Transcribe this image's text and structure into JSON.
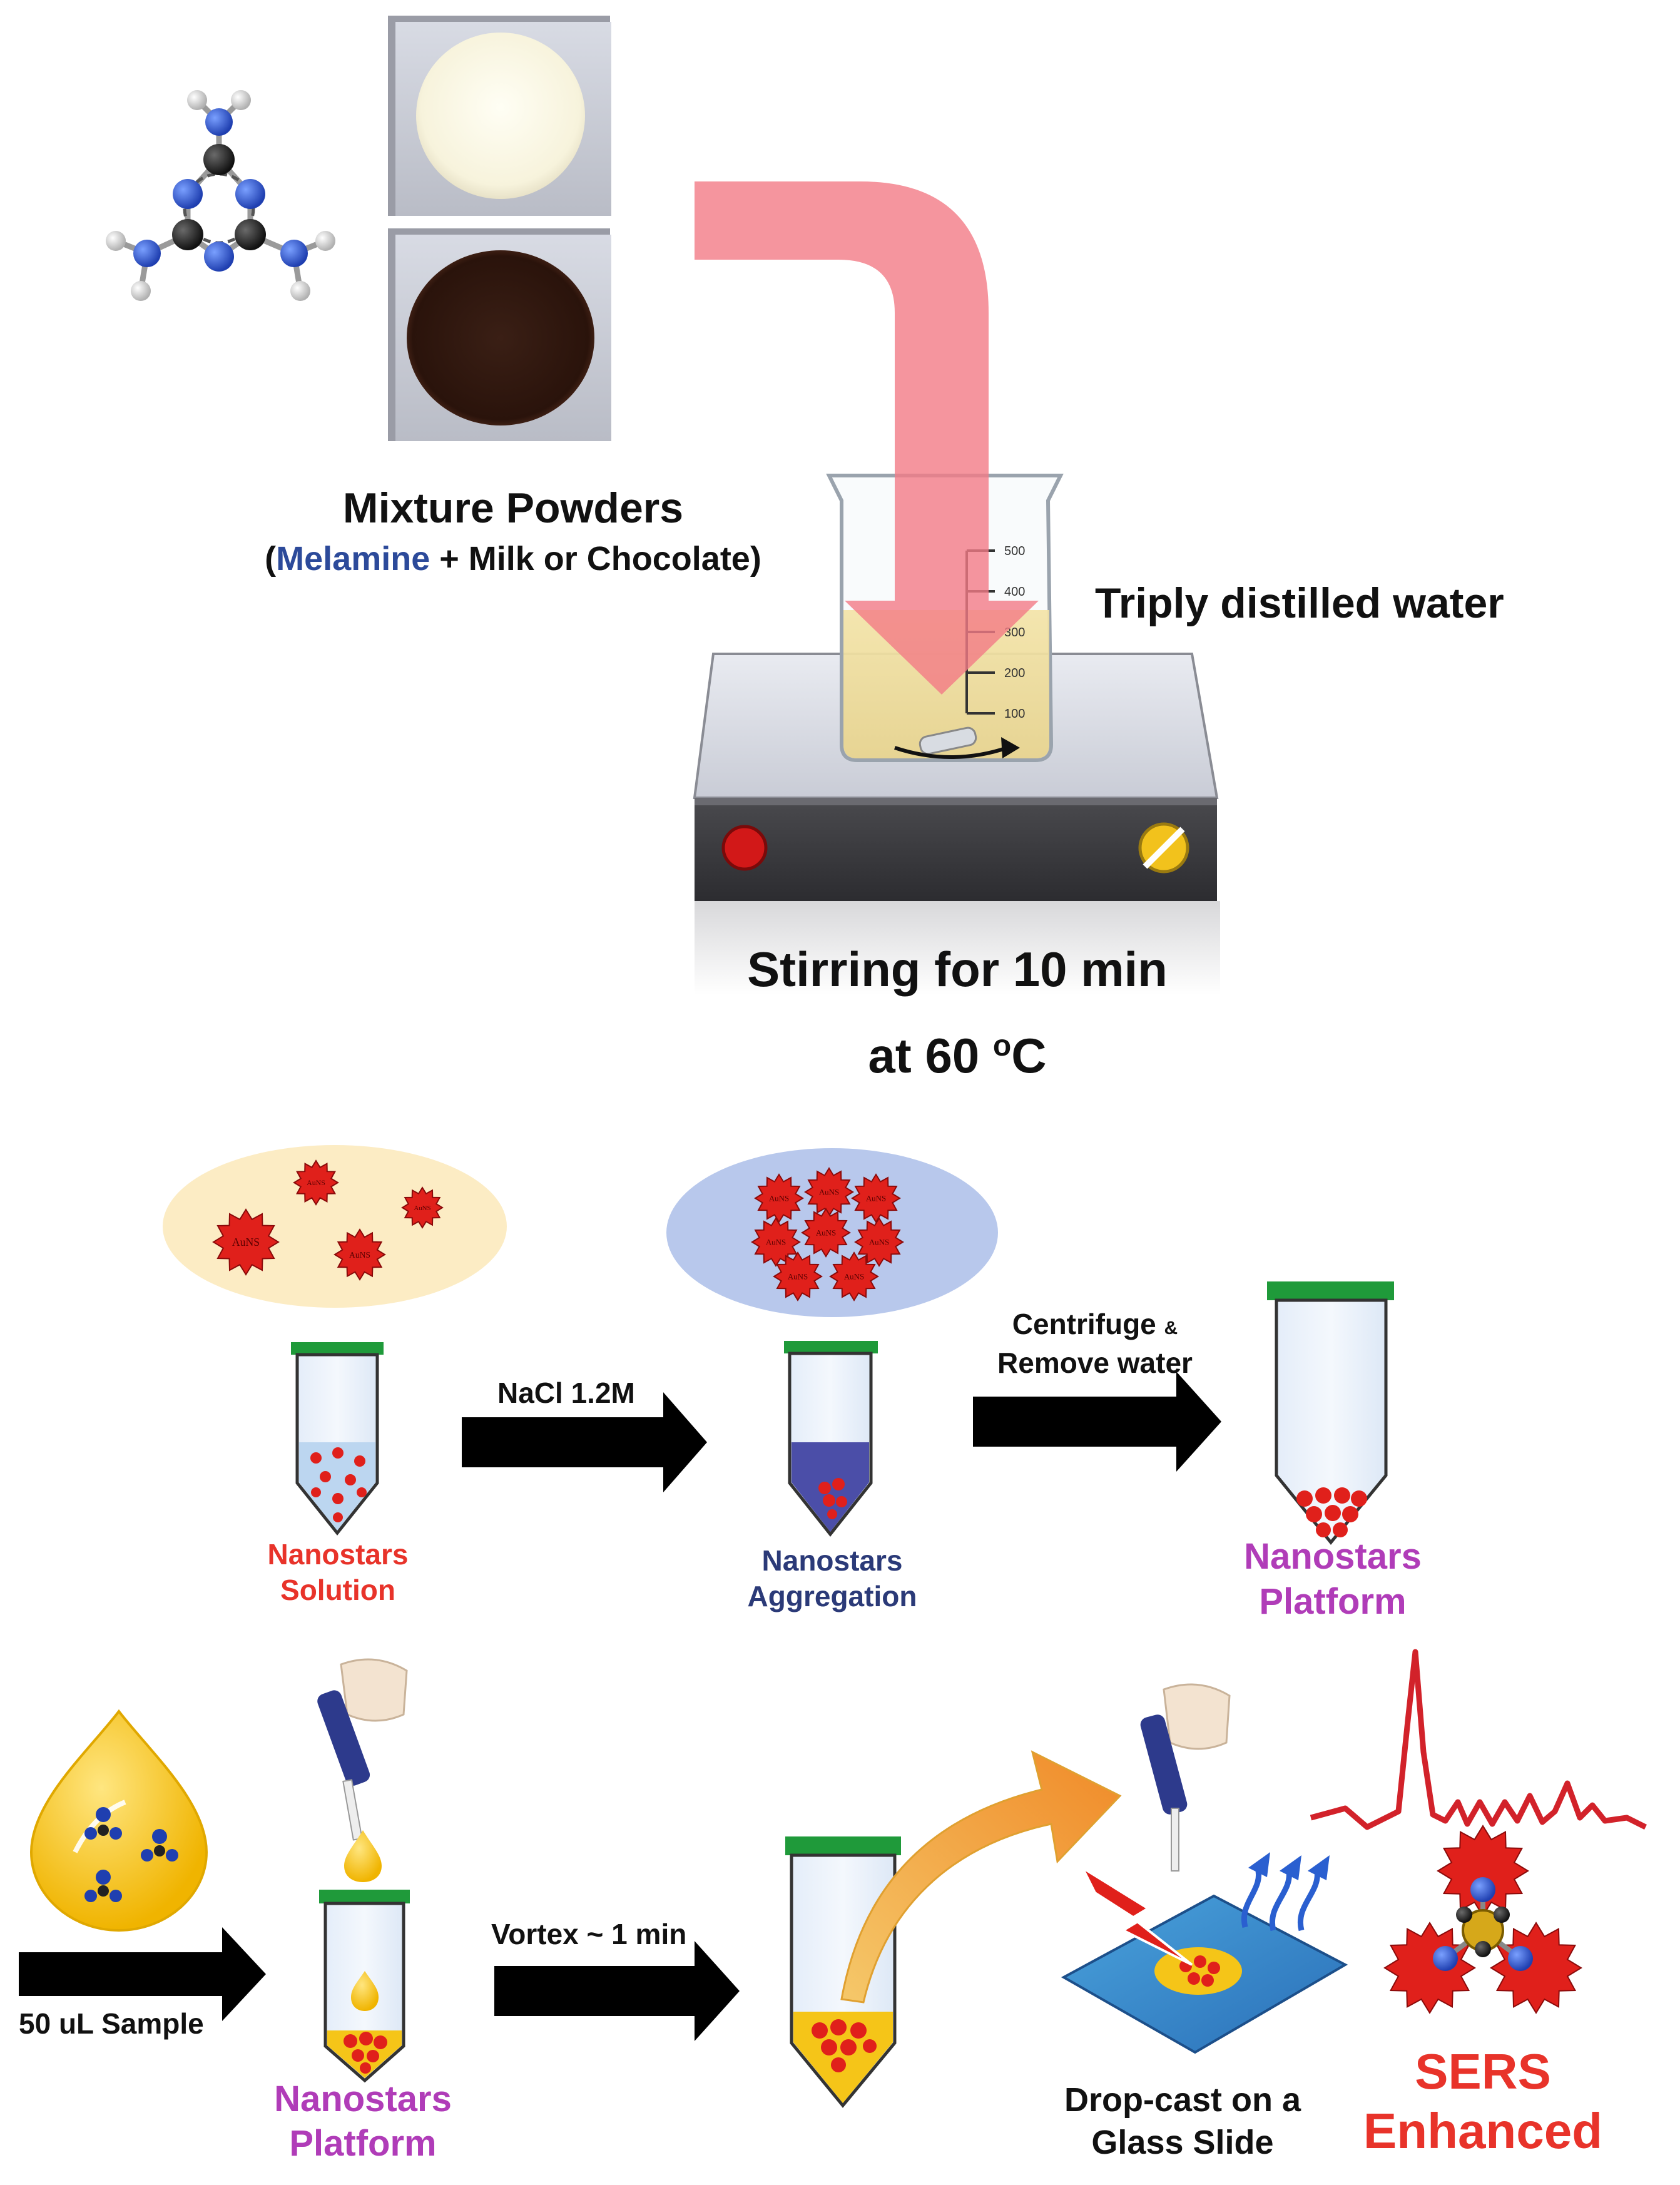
{
  "colors": {
    "arrow_pink": "#f27b86",
    "black": "#000000",
    "nanostar_red": "#e0201b",
    "label_red": "#e8332a",
    "label_navy": "#2b3a78",
    "label_magenta": "#b03cb8",
    "melamine_blue": "#2c4a9a",
    "tube_cap": "#1f9a3a",
    "liquid_light_blue": "#bcd6f0",
    "liquid_dark_blue": "#4b4ea8",
    "sample_yellow": "#f5c518",
    "spectrum_red": "#d2222a",
    "ellipse_cream": "#fcecc4",
    "ellipse_blue": "#b8c8ec"
  },
  "section1": {
    "powders_title": "Mixture Powders",
    "powders_paren_open": "(",
    "powders_melamine": "Melamine",
    "powders_rest": " + Milk or Chocolate)",
    "water_label": "Triply distilled water",
    "stir_line1": "Stirring for 10 min",
    "stir_line2_pre": "at 60 ",
    "stir_line2_sup": "o",
    "stir_line2_post": "C",
    "beaker_ticks": [
      "500",
      "400",
      "300",
      "200",
      "100"
    ]
  },
  "section2": {
    "tube1_line1": "Nanostars",
    "tube1_line2": "Solution",
    "arrow1_label": "NaCl 1.2M",
    "tube2_line1": "Nanostars",
    "tube2_line2": "Aggregation",
    "arrow2_line1": "Centrifuge",
    "arrow2_amp": "&",
    "arrow2_line2": "Remove water",
    "tube3_line1": "Nanostars",
    "tube3_line2": "Platform",
    "star_text": "AuNS"
  },
  "section3": {
    "sample_label": "50 uL Sample",
    "platform_line1": "Nanostars",
    "platform_line2": "Platform",
    "vortex_label": "Vortex ~ 1 min",
    "dropcast_line1": "Drop-cast on a",
    "dropcast_line2": "Glass Slide",
    "sers_line1": "SERS",
    "sers_line2": "Enhanced"
  }
}
